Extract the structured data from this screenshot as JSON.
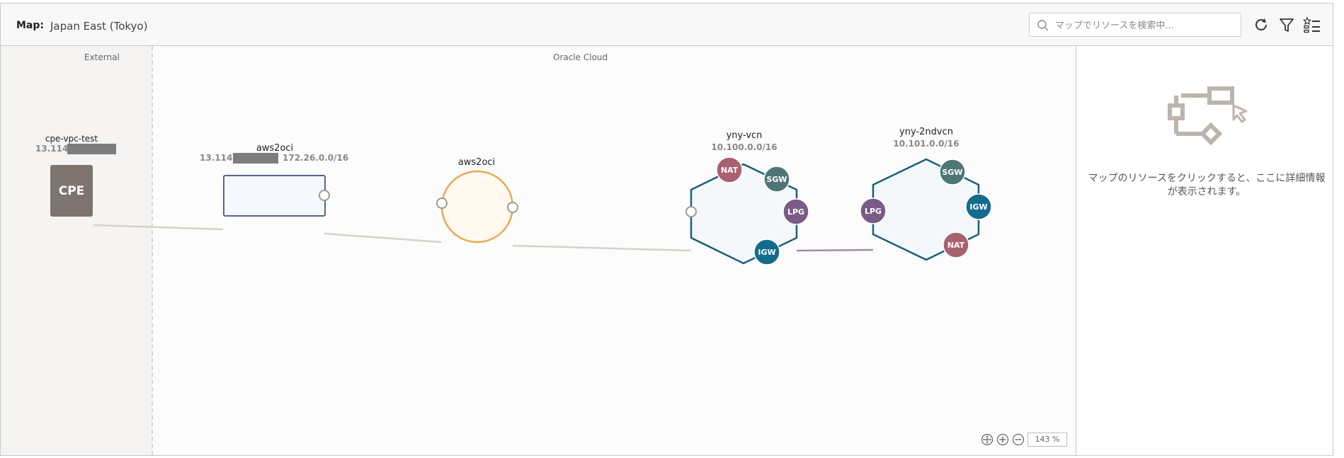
{
  "toolbar": {
    "map_label": "Map:",
    "region": "Japan East (Tokyo)",
    "search_placeholder": "マップでリソースを検索中..."
  },
  "zones": {
    "external": "External",
    "oracle_cloud": "Oracle Cloud"
  },
  "nodes": {
    "cpe": {
      "name": "cpe-vpc-test",
      "ip": "13.114",
      "label": "CPE"
    },
    "ipsec": {
      "name": "aws2oci",
      "ip": "13.114",
      "cidr": "172.26.0.0/16"
    },
    "drg": {
      "name": "aws2oci"
    },
    "vcn1": {
      "name": "yny-vcn",
      "cidr": "10.100.0.0/16",
      "gateways": {
        "nat": "NAT",
        "sgw": "SGW",
        "lpg": "LPG",
        "igw": "IGW"
      }
    },
    "vcn2": {
      "name": "yny-2ndvcn",
      "cidr": "10.101.0.0/16",
      "gateways": {
        "sgw": "SGW",
        "igw": "IGW",
        "lpg": "LPG",
        "nat": "NAT"
      }
    }
  },
  "detail_panel": {
    "message": "マップのリソースをクリックすると、ここに詳細情報が表示されます。"
  },
  "zoom": {
    "value": "143 %"
  },
  "colors": {
    "vcn_border": "#1a5f7a",
    "vcn_fill": "#f4f8fb",
    "nat": "#a8616f",
    "sgw": "#4f7575",
    "lpg": "#7a5b85",
    "igw": "#126c8c",
    "drg": "#eaa851",
    "cpe": "#7d746f",
    "ipsec_border": "#5c6489"
  }
}
